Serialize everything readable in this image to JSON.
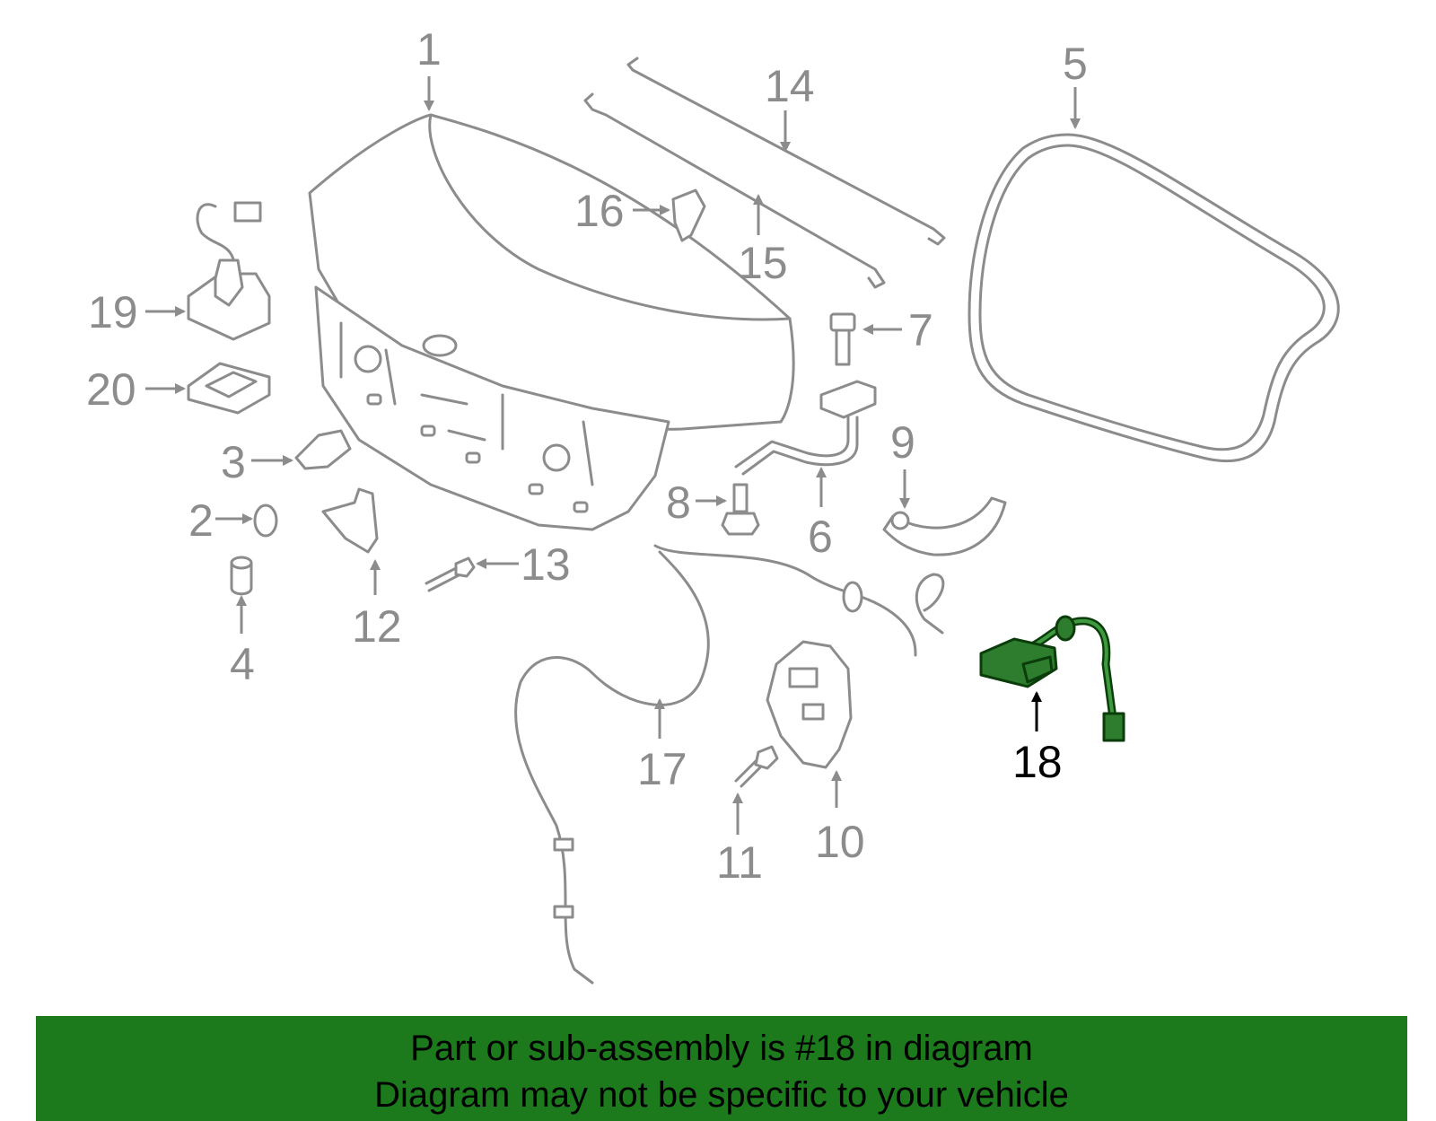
{
  "callouts": [
    {
      "number": "1"
    },
    {
      "number": "2"
    },
    {
      "number": "3"
    },
    {
      "number": "4"
    },
    {
      "number": "5"
    },
    {
      "number": "6"
    },
    {
      "number": "7"
    },
    {
      "number": "8"
    },
    {
      "number": "9"
    },
    {
      "number": "10"
    },
    {
      "number": "11"
    },
    {
      "number": "12"
    },
    {
      "number": "13"
    },
    {
      "number": "14"
    },
    {
      "number": "15"
    },
    {
      "number": "16"
    },
    {
      "number": "17"
    },
    {
      "number": "18",
      "highlighted": true
    },
    {
      "number": "19"
    },
    {
      "number": "20"
    }
  ],
  "highlight_color": "#2e7d2e",
  "banner": {
    "line1": "Part or sub-assembly is #18 in diagram",
    "line2": "Diagram may not be specific to your vehicle",
    "background": "#1c7a1c"
  }
}
